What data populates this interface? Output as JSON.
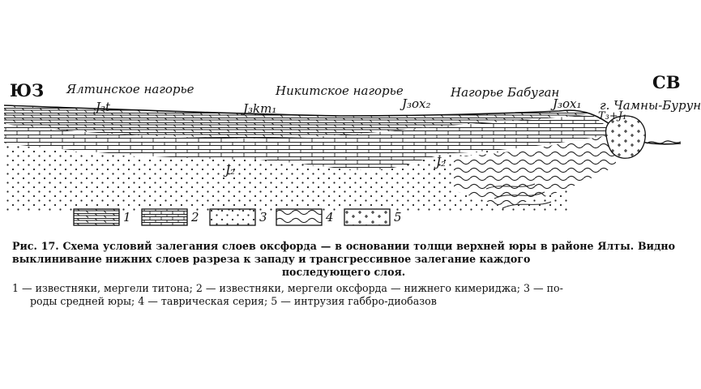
{
  "figure": {
    "direction_left": "ЮЗ",
    "direction_right": "СВ",
    "places": {
      "yalta": "Ялтинское нагорье",
      "nikita": "Никитское нагорье",
      "babugan": "Нагорье Бабуган",
      "chamny": "г. Чамны-Бурун"
    },
    "strata": {
      "j3t": "J₃t",
      "j3km1": "J₃km₁",
      "j3ox2": "J₃ox₂",
      "j3ox1": "J₃ox₁",
      "t3j1": "T₃+J₁",
      "j2_left": "J₂",
      "j2_right": "J₂"
    },
    "legend": [
      {
        "num": "1",
        "pattern": "limestone-marl"
      },
      {
        "num": "2",
        "pattern": "limestone-brick"
      },
      {
        "num": "3",
        "pattern": "dotted-sand"
      },
      {
        "num": "4",
        "pattern": "wavy-folds"
      },
      {
        "num": "5",
        "pattern": "plus-intrusion"
      }
    ]
  },
  "caption": {
    "main_a": "Рис. 17. Схема условий залегания слоев оксфорда — в основании толщи верхней юры в районе Ялты. Видно выклинивание нижних слоев разреза к западу и трансгрессивное залегание каждого",
    "main_b": "последующего слоя.",
    "legend_line1": "1 — известняки, мергели титона; 2 — известняки, мергели оксфорда — нижнего кимериджа; 3 — по-",
    "legend_line2": "роды средней юры; 4 — таврическая серия; 5 — интрузия габбро-диобазов"
  }
}
